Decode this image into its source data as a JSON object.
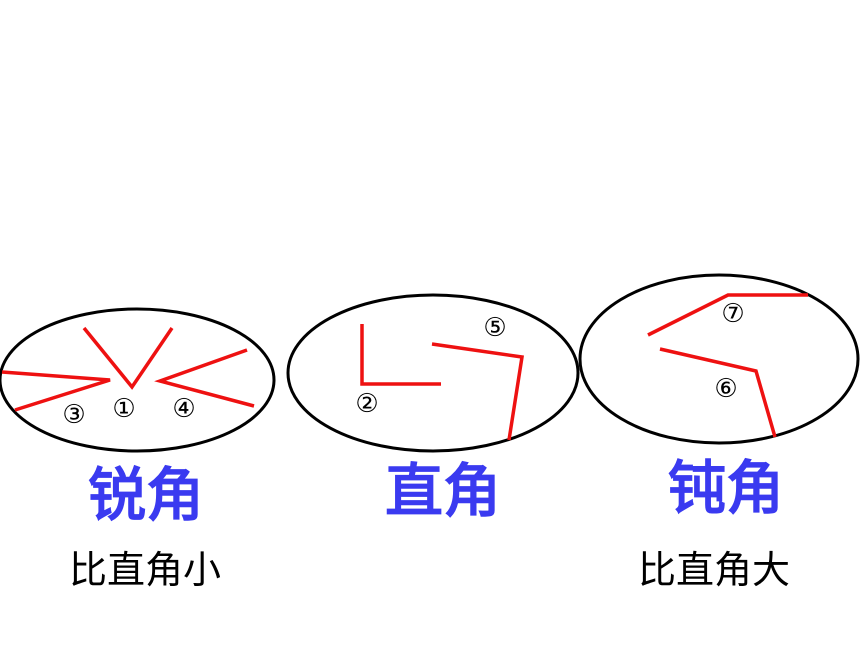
{
  "colors": {
    "angle_stroke": "#ee1111",
    "ellipse_stroke": "#000000",
    "category_text": "#3a3af0",
    "description_text": "#000000"
  },
  "groups": [
    {
      "category": "锐角",
      "description": "比直角小",
      "angle_numbers": [
        "③",
        "①",
        "④"
      ]
    },
    {
      "category": "直角",
      "description": "",
      "angle_numbers": [
        "②",
        "⑤"
      ]
    },
    {
      "category": "钝角",
      "description": "比直角大",
      "angle_numbers": [
        "⑦",
        "⑥"
      ]
    }
  ]
}
